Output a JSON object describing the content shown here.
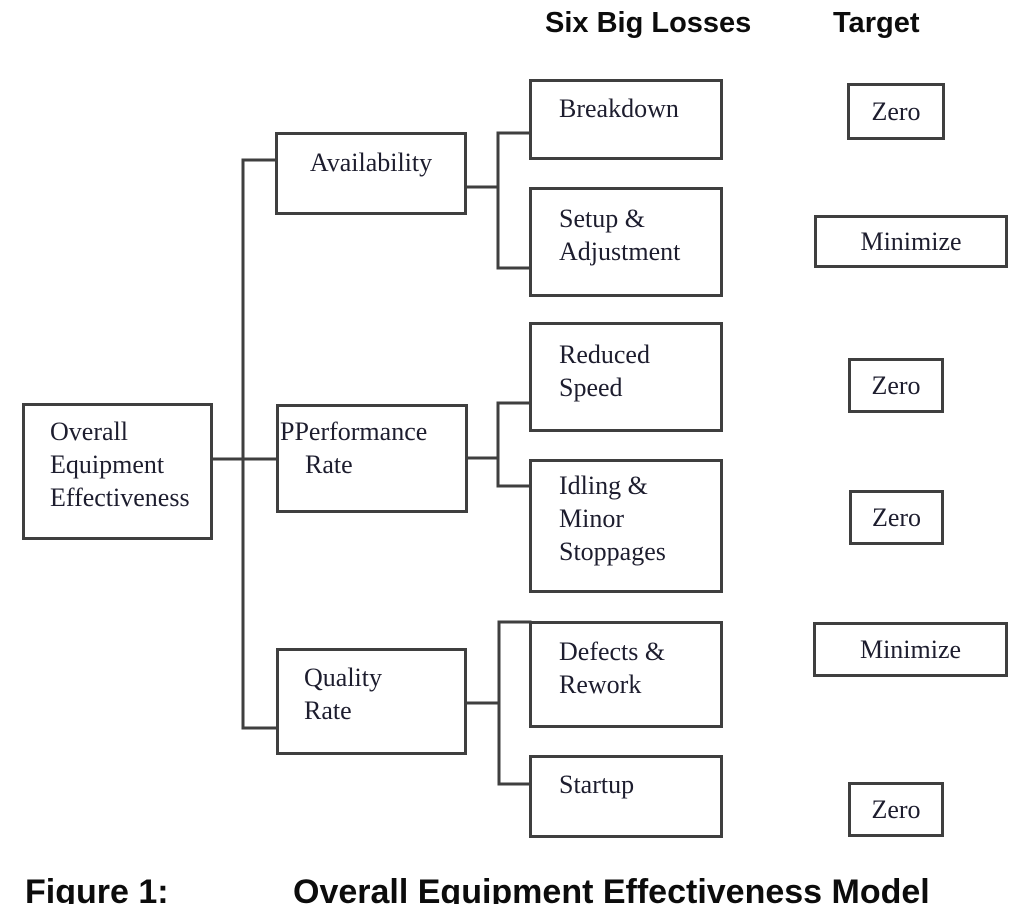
{
  "figure": {
    "column_headers": {
      "six_big_losses": "Six Big Losses",
      "target": "Target"
    },
    "root": {
      "label": "Overall\nEquipment\nEffectiveness"
    },
    "categories": [
      {
        "id": "availability",
        "label": "Availability"
      },
      {
        "id": "performance",
        "label": "PPerformance\nRate"
      },
      {
        "id": "quality",
        "label": "Quality\nRate"
      }
    ],
    "losses": [
      {
        "id": "breakdown",
        "label": "Breakdown",
        "target": "Zero"
      },
      {
        "id": "setup",
        "label": "Setup &\nAdjustment",
        "target": "Minimize"
      },
      {
        "id": "reduced-speed",
        "label": "Reduced\nSpeed",
        "target": "Zero"
      },
      {
        "id": "idling",
        "label": "Idling &\nMinor\nStoppages",
        "target": "Zero"
      },
      {
        "id": "defects",
        "label": "Defects &\nRework",
        "target": "Minimize"
      },
      {
        "id": "startup",
        "label": "Startup",
        "target": "Zero"
      }
    ],
    "caption": {
      "label": "Figure 1:",
      "title": "Overall Equipment Effectiveness Model"
    },
    "colors": {
      "line": "#3f3f3f",
      "box_text": "#1d1d2e",
      "heading_text": "#0c0c0c",
      "background": "#ffffff"
    }
  }
}
